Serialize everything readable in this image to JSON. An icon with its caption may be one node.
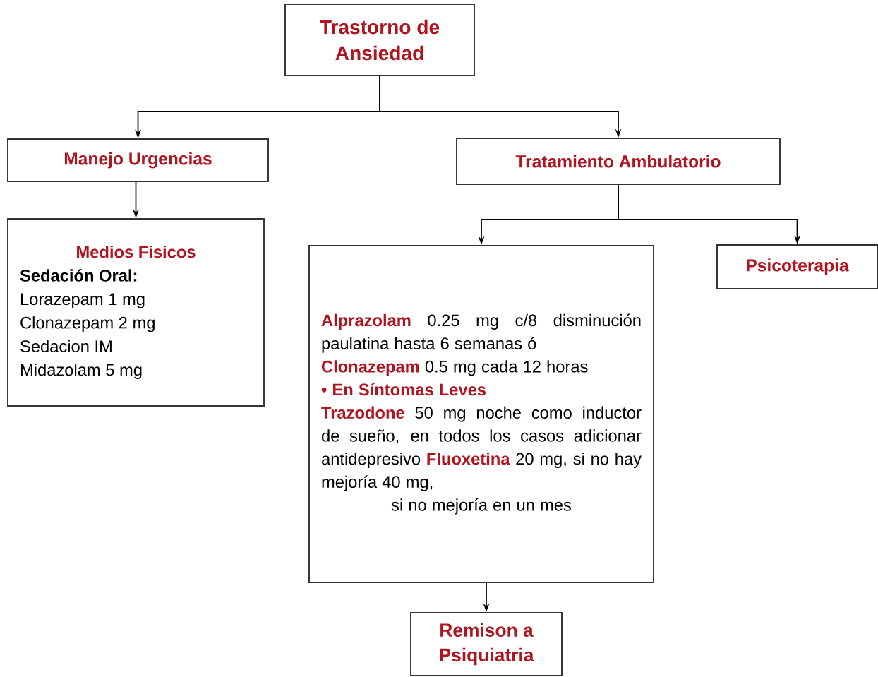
{
  "diagram": {
    "nodes": [
      {
        "text": [
          "Trastorno de Ansiedad"
        ]
      },
      {
        "text": [
          "Manejo Urgencias"
        ]
      },
      {
        "text": [
          "Medios Fisicos",
          "Sedación Oral:",
          "Lorazepam 1 mg",
          "Clonazepam 2 mg",
          "Sedacion IM",
          "Midazolam 5 mg"
        ]
      },
      {
        "text": [
          "Tratamiento Ambulatorio"
        ]
      },
      {
        "text": [
          "Alprazolam",
          "0.25 mg c/8 disminución paulatina hasta 6 semanas ó",
          "Clonazepam",
          "0.5 mg cada 12 horas",
          "• En Síntomas Leves",
          "Trazodone",
          "50 mg noche como inductor de sueño, en todos los casos adicionar antidepresivo",
          "Fluoxetina",
          "20 mg, si no hay mejoría 40 mg,",
          "si no mejoría en un mes"
        ]
      },
      {
        "text": [
          "Psicoterapia"
        ]
      },
      {
        "text": [
          "Remison a Psiquiatria"
        ]
      }
    ],
    "edges": [
      {
        "from": 0,
        "to": 1,
        "arrow": "to"
      },
      {
        "from": 0,
        "to": 3,
        "arrow": "to"
      },
      {
        "from": 1,
        "to": 2,
        "arrow": "to"
      },
      {
        "from": 3,
        "to": 4,
        "arrow": "to"
      },
      {
        "from": 3,
        "to": 5,
        "arrow": "to"
      },
      {
        "from": 4,
        "to": 6,
        "arrow": "to"
      }
    ]
  }
}
